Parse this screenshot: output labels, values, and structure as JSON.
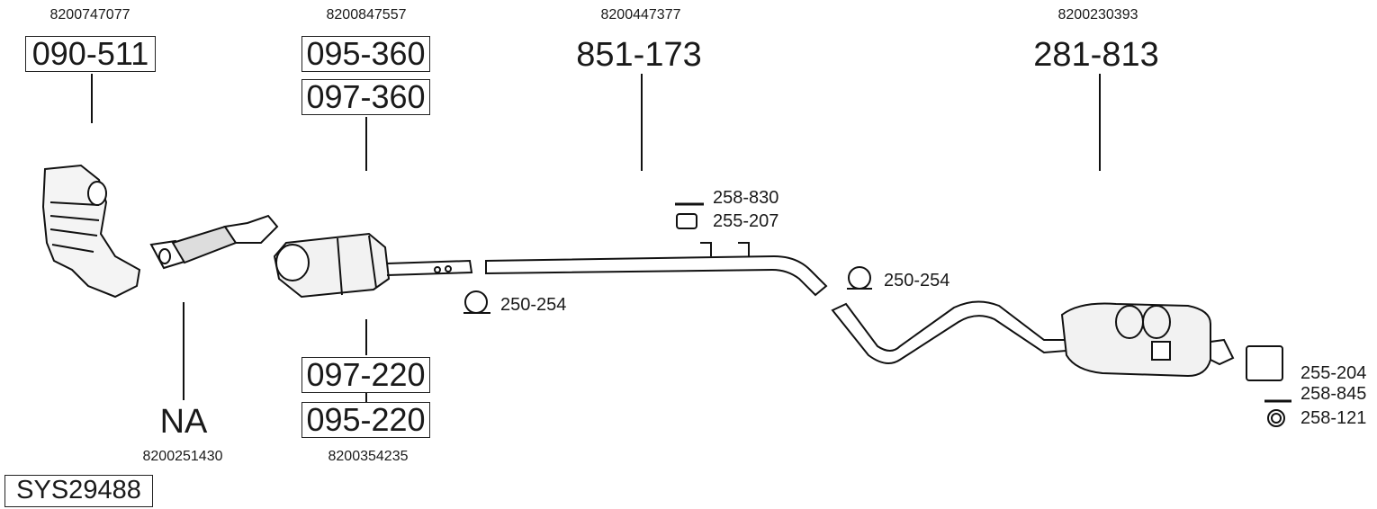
{
  "oe_numbers": [
    "8200747077",
    "8200847557",
    "8200447377",
    "8200230393",
    "8200251430",
    "8200354235"
  ],
  "parts": {
    "manifold_cat": "090-511",
    "dpf_upper_1": "095-360",
    "dpf_upper_2": "097-360",
    "center_pipe": "851-173",
    "rear_silencer": "281-813",
    "flex_pipe": "NA",
    "dpf_lower_1": "097-220",
    "dpf_lower_2": "095-220"
  },
  "accessories": {
    "bolt_a": "258-830",
    "rubber_a": "255-207",
    "clamp_a": "250-254",
    "clamp_b": "250-254",
    "rubber_b": "255-204",
    "bolt_b": "258-845",
    "ring": "258-121"
  },
  "system_id": "SYS29488"
}
